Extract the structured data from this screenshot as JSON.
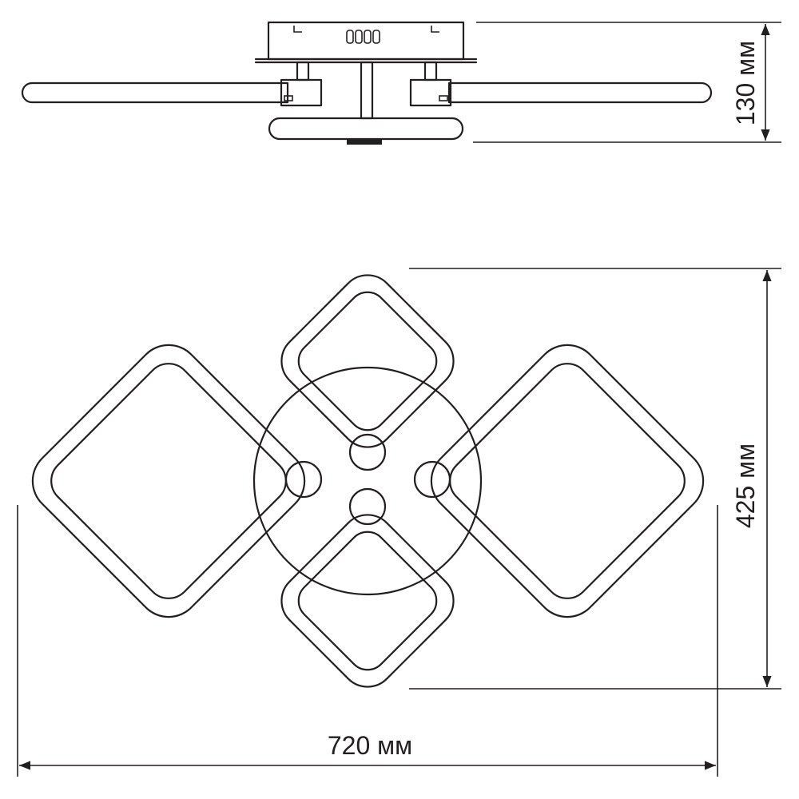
{
  "dimensions": {
    "height_side": "130 мм",
    "depth_top": "425 мм",
    "width": "720 мм"
  },
  "colors": {
    "line": "#231f20",
    "background": "#ffffff"
  }
}
